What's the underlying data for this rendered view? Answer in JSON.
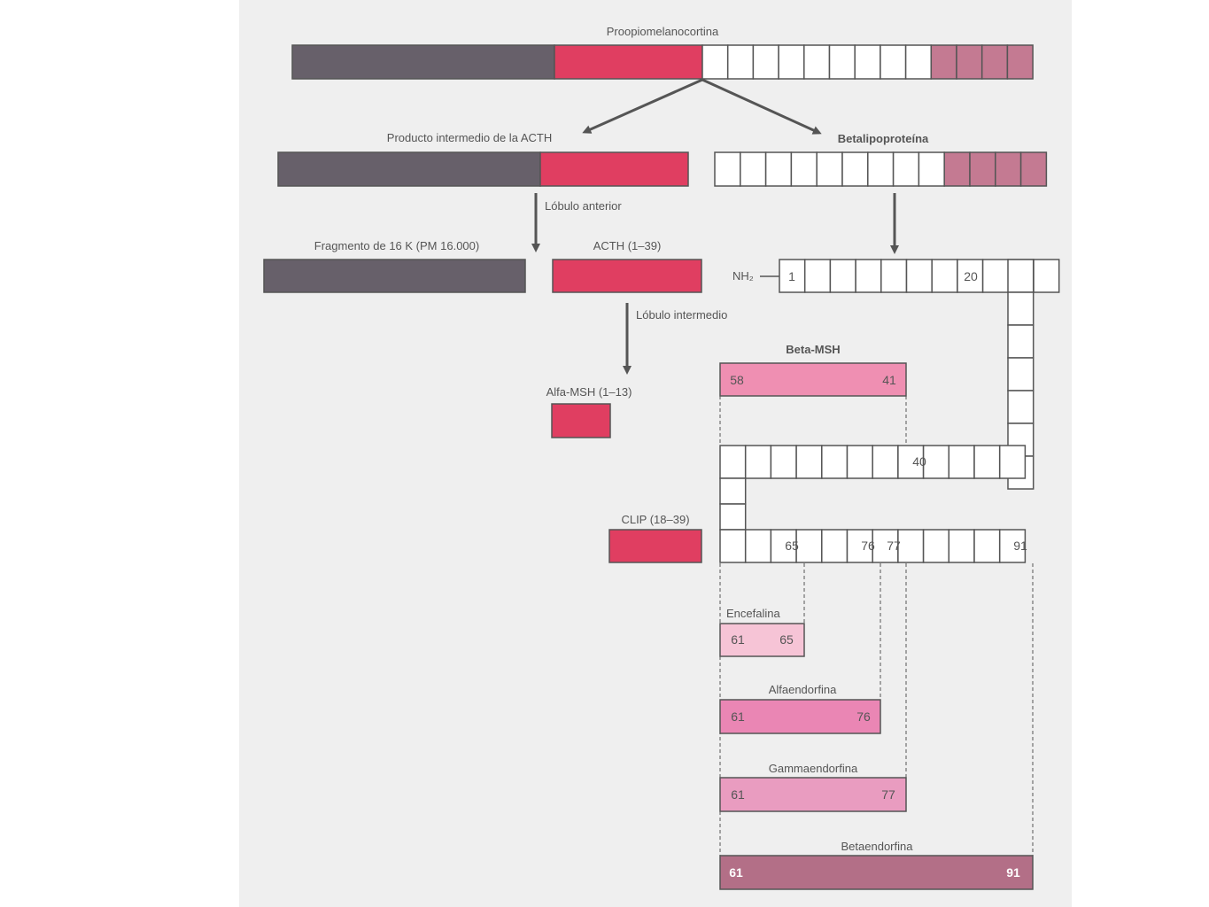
{
  "labels": {
    "pomc": "Proopiomelanocortina",
    "acth_intermediate": "Producto intermedio de la ACTH",
    "betalipo": "Betalipoproteína",
    "lobulo_anterior": "Lóbulo anterior",
    "fragmento": "Fragmento de 16 K (PM 16.000)",
    "acth": "ACTH (1–39)",
    "nh2": "NH₂",
    "lobulo_intermedio": "Lóbulo intermedio",
    "beta_msh": "Beta-MSH",
    "alfa_msh": "Alfa-MSH (1–13)",
    "clip": "CLIP (18–39)",
    "encefalina": "Encefalina",
    "alfaendorfina": "Alfaendorfina",
    "gammaendorfina": "Gammaendorfina",
    "betaendorfina": "Betaendorfina"
  },
  "numbers": {
    "n1": "1",
    "n20": "20",
    "n40": "40",
    "n65": "65",
    "n76": "76",
    "n77": "77",
    "n91": "91",
    "beta_msh_start": "58",
    "beta_msh_end": "41",
    "enc_start": "61",
    "enc_end": "65",
    "alfa_start": "61",
    "alfa_end": "76",
    "gamma_start": "61",
    "gamma_end": "77",
    "beta_start": "61",
    "beta_end": "91"
  },
  "colors": {
    "gray": "#67606a",
    "red": "#e03e61",
    "mauve": "#c47a92",
    "pink_beta_msh": "#ef8fb2",
    "pink_light": "#f6c4d6",
    "pink_alfa": "#ea86b4",
    "pink_gamma": "#e99cc0",
    "betaendorfina": "#b36f87"
  }
}
